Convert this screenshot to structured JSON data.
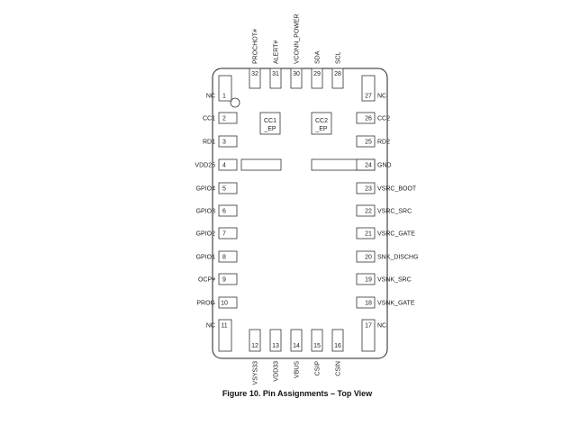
{
  "caption": "Figure 10. Pin Assignments – Top View",
  "center_pads": [
    {
      "id": "cc1",
      "lines": [
        "CC1",
        "_EP"
      ]
    },
    {
      "id": "cc2",
      "lines": [
        "CC2",
        "_EP"
      ]
    }
  ],
  "pins_left": [
    {
      "num": "1",
      "name": "NC"
    },
    {
      "num": "2",
      "name": "CC1"
    },
    {
      "num": "3",
      "name": "RD1"
    },
    {
      "num": "4",
      "name": "VDD25"
    },
    {
      "num": "5",
      "name": "GPIO4"
    },
    {
      "num": "6",
      "name": "GPIO3"
    },
    {
      "num": "7",
      "name": "GPIO2"
    },
    {
      "num": "8",
      "name": "GPIO1"
    },
    {
      "num": "9",
      "name": "OCP#"
    },
    {
      "num": "10",
      "name": "PROG"
    },
    {
      "num": "11",
      "name": "NC"
    }
  ],
  "pins_bottom": [
    {
      "num": "12",
      "name": "VSYS33"
    },
    {
      "num": "13",
      "name": "VDD33"
    },
    {
      "num": "14",
      "name": "VBUS"
    },
    {
      "num": "15",
      "name": "CSIP"
    },
    {
      "num": "16",
      "name": "CSIN"
    }
  ],
  "pins_right": [
    {
      "num": "17",
      "name": "NC"
    },
    {
      "num": "18",
      "name": "VSNK_GATE"
    },
    {
      "num": "19",
      "name": "VSNK_SRC"
    },
    {
      "num": "20",
      "name": "SNK_DISCHG"
    },
    {
      "num": "21",
      "name": "VSRC_GATE"
    },
    {
      "num": "22",
      "name": "VSRC_SRC"
    },
    {
      "num": "23",
      "name": "VSRC_BOOT"
    },
    {
      "num": "24",
      "name": "GND"
    },
    {
      "num": "25",
      "name": "RD2"
    },
    {
      "num": "26",
      "name": "CC2"
    },
    {
      "num": "27",
      "name": "NC"
    }
  ],
  "pins_top": [
    {
      "num": "28",
      "name": "SCL"
    },
    {
      "num": "29",
      "name": "SDA"
    },
    {
      "num": "30",
      "name": "VCONN_POWER"
    },
    {
      "num": "31",
      "name": "ALERT#"
    },
    {
      "num": "32",
      "name": "PROCHOT#"
    }
  ]
}
